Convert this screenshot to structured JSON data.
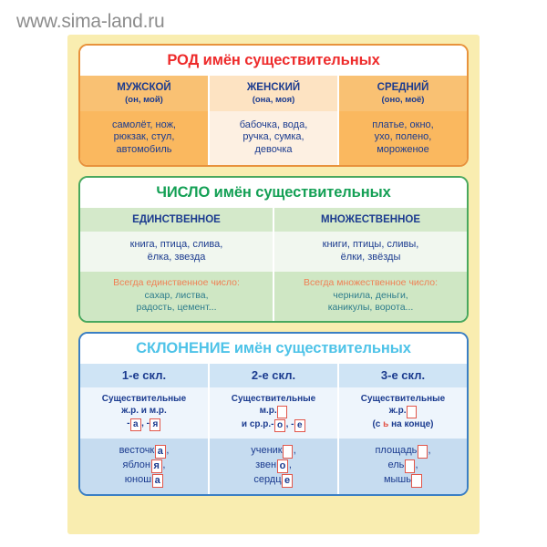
{
  "watermark": "www.sima-land.ru",
  "poster": {
    "background_color": "#f9edb0",
    "sections": [
      {
        "id": "gender",
        "title_accent": "РОД",
        "title_rest": " имён существительных",
        "title_color": "#ee2b2b",
        "border_color": "#e8923c",
        "columns": [
          {
            "header": "МУЖСКОЙ",
            "sub": "(он, мой)",
            "examples": "самолёт, нож,\nрюкзак, стул,\nавтомобиль"
          },
          {
            "header": "ЖЕНСКИЙ",
            "sub": "(она, моя)",
            "examples": "бабочка, вода,\nручка, сумка,\nдевочка"
          },
          {
            "header": "СРЕДНИЙ",
            "sub": "(оно, моё)",
            "examples": "платье, окно,\nухо, полено,\nмороженое"
          }
        ]
      },
      {
        "id": "number",
        "title_accent": "ЧИСЛО",
        "title_rest": " имён существительных",
        "title_color": "#14a055",
        "border_color": "#49a85e",
        "columns": [
          {
            "header": "ЕДИНСТВЕННОЕ",
            "examples": "книга, птица, слива,\nёлка, звезда",
            "note_label": "Всегда единственное число:",
            "note_text": "сахар, листва,\nрадость, цемент..."
          },
          {
            "header": "МНОЖЕСТВЕННОЕ",
            "examples": "книги, птицы, сливы,\nёлки, звёзды",
            "note_label": "Всегда множественное число:",
            "note_text": "чернила, деньги,\nканикулы, ворота..."
          }
        ]
      },
      {
        "id": "declension",
        "title_accent": "СКЛОНЕНИЕ",
        "title_rest": " имён существительных",
        "title_color": "#4ec3e8",
        "border_color": "#3b7fc4",
        "columns": [
          {
            "header": "1-е скл.",
            "rule_line1": "Существительные",
            "rule_line2": "ж.р. и м.р.",
            "rule_line3_prefix": "-",
            "rule_box1": "а",
            "rule_mid": ", -",
            "rule_box2": "я",
            "ex1_stem": "весточк",
            "ex1_end": "а",
            "ex2_stem": "яблон",
            "ex2_end": "я",
            "ex3_stem": "юнош",
            "ex3_end": "а"
          },
          {
            "header": "2-е скл.",
            "rule_line1": "Существительные",
            "rule_line2": "м.р.",
            "rule_line2_box": "",
            "rule_line3_prefix": "и ср.р.-",
            "rule_box1": "о",
            "rule_mid": ", -",
            "rule_box2": "е",
            "ex1_stem": "ученик",
            "ex1_end": "",
            "ex2_stem": "звен",
            "ex2_end": "о",
            "ex3_stem": "сердц",
            "ex3_end": "е"
          },
          {
            "header": "3-е скл.",
            "rule_line1": "Существительные",
            "rule_line2": "ж.р.",
            "rule_line2_box": "",
            "rule_note_pre": "(с ",
            "rule_note_soft": "ь",
            "rule_note_post": " на конце)",
            "ex1_stem": "площадь",
            "ex1_end": "",
            "ex2_stem": "ель",
            "ex2_end": "",
            "ex3_stem": "мышь",
            "ex3_end": ""
          }
        ]
      }
    ]
  }
}
